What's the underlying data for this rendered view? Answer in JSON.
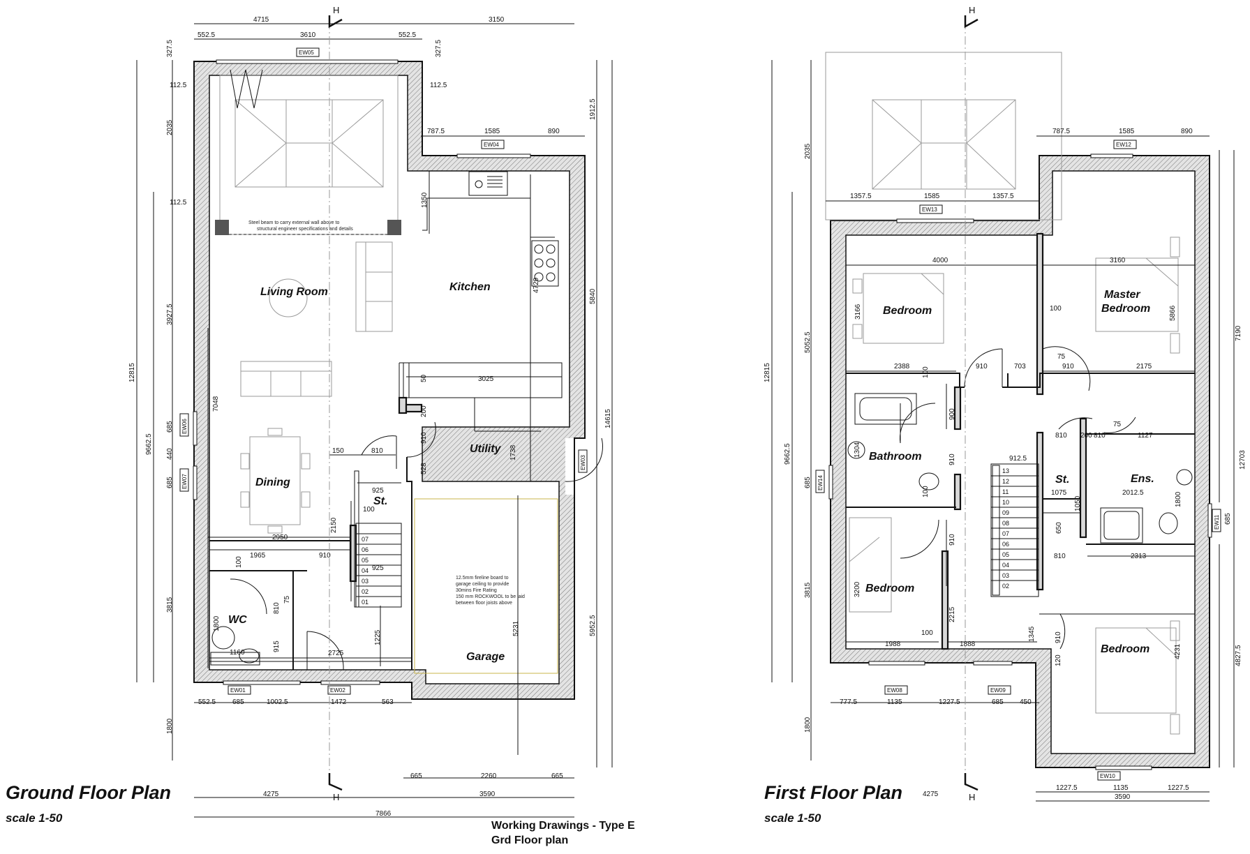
{
  "ground": {
    "title": "Ground Floor Plan",
    "scale": "scale 1-50",
    "rooms": {
      "living": "Living Room",
      "kitchen": "Kitchen",
      "dining": "Dining",
      "utility": "Utility",
      "store": "St.",
      "wc": "WC",
      "garage": "Garage"
    },
    "notes": {
      "beam_1": "Steel beam to carry external wall above to",
      "beam_2": "structural engineer specifications and details",
      "garage_1": "12.5mm fireline board to",
      "garage_2": "garage ceiling to provide",
      "garage_3": "30mins Fire Rating",
      "garage_4": "150 mm ROCKWOOL to be laid",
      "garage_5": "between floor joists above"
    },
    "tags": {
      "ew05": "EW05",
      "ew04": "EW04",
      "ew06": "EW06",
      "ew07": "EW07",
      "ew03": "EW03",
      "ew01": "EW01",
      "ew02": "EW02"
    },
    "stairs": [
      "07",
      "06",
      "05",
      "04",
      "03",
      "02",
      "01"
    ],
    "dims": {
      "top_4715": "4715",
      "top_3150": "3150",
      "top_552a": "552.5",
      "top_3610": "3610",
      "top_552b": "552.5",
      "left_327": "327.5",
      "right_327": "327.5",
      "left_112a": "112.5",
      "right_112": "112.5",
      "left_112b": "112.5",
      "ext_787": "787.5",
      "ext_1585": "1585",
      "ext_890": "890",
      "left_2035": "2035",
      "left_3927": "3927.5",
      "left_685a": "685",
      "left_440": "440",
      "left_685b": "685",
      "left_3815": "3815",
      "left_1800": "1800",
      "left_12815": "12815",
      "left_9662": "9662.5",
      "int_7048": "7048",
      "right_1912": "1912.5",
      "right_5840": "5840",
      "right_14615": "14615",
      "right_5952": "5952.5",
      "k_1350": "1350",
      "k_4729": "4729",
      "k_1738": "1738",
      "k_3025": "3025",
      "k_50": "50",
      "k_200": "200",
      "k_910a": "910",
      "k_528": "528",
      "d_150": "150",
      "d_810": "810",
      "d_925a": "925",
      "d_100a": "100",
      "d_2150": "2150",
      "d_2950": "2950",
      "d_1965": "1965",
      "d_910": "910",
      "d_100b": "100",
      "d_925b": "925",
      "d_810b": "810",
      "d_75": "75",
      "d_1800": "1800",
      "d_915": "915",
      "d_1160": "1160",
      "d_2725": "2725",
      "d_1225": "1225",
      "g_5231": "5231",
      "bot_552": "552.5",
      "bot_685": "685",
      "bot_1002": "1002.5",
      "bot_1472": "1472",
      "bot_563": "563",
      "bot_665a": "665",
      "bot_2260": "2260",
      "bot_665b": "665",
      "bot_4275": "4275",
      "bot_3590": "3590",
      "bot_7866": "7866"
    }
  },
  "first": {
    "title": "First Floor Plan",
    "scale": "scale 1-50",
    "rooms": {
      "bed1": "Bedroom",
      "master_1": "Master",
      "master_2": "Bedroom",
      "bathroom": "Bathroom",
      "store": "St.",
      "ensuite": "Ens.",
      "bed2": "Bedroom",
      "bed3": "Bedroom"
    },
    "tags": {
      "ew13": "EW13",
      "ew12": "EW12",
      "ew14": "EW14",
      "ew11": "EW11",
      "ew08": "EW08",
      "ew09": "EW09",
      "ew10": "EW10"
    },
    "stairs": [
      "13",
      "12",
      "11",
      "10",
      "09",
      "08",
      "07",
      "06",
      "05",
      "04",
      "03",
      "02"
    ],
    "dims": {
      "ext_787": "787.5",
      "ext_1585": "1585",
      "ext_890": "890",
      "roof_1357a": "1357.5",
      "roof_1585": "1585",
      "roof_1357b": "1357.5",
      "left_2035": "2035",
      "left_5052": "5052.5",
      "left_685": "685",
      "left_3815": "3815",
      "left_1800": "1800",
      "left_12815": "12815",
      "left_9662": "9662.5",
      "right_7190": "7190",
      "right_12703": "12703",
      "right_685": "685",
      "right_4827": "4827.5",
      "r_4000": "4000",
      "r_3160": "3160",
      "r_3166": "3166",
      "r_5866": "5866",
      "r_100a": "100",
      "r_2388": "2388",
      "r_100b": "100",
      "r_910a": "910",
      "r_703": "703",
      "r_75a": "75",
      "r_910b": "910",
      "r_2175": "2175",
      "r_900": "900",
      "r_1304": "1304",
      "r_910c": "910",
      "r_912": "912.5",
      "r_810a": "810",
      "r_200": "200",
      "r_810b": "810",
      "r_75b": "75",
      "r_1127": "1127",
      "r_1050": "1050",
      "r_1075": "1075",
      "r_2012": "2012.5",
      "r_1800": "1800",
      "r_100c": "100",
      "r_910d": "910",
      "r_650": "650",
      "r_810c": "810",
      "r_2313": "2313",
      "r_3200": "3200",
      "r_2215": "2215",
      "r_100d": "100",
      "r_1345": "1345",
      "r_1988": "1988",
      "r_1888": "1888",
      "r_910e": "910",
      "r_120": "120",
      "r_4231": "4231",
      "bot_777": "777.5",
      "bot_1135": "1135",
      "bot_1227": "1227.5",
      "bot_685": "685",
      "bot_450": "450",
      "bot_1227b": "1227.5",
      "bot_1135b": "1135",
      "bot_1227c": "1227.5",
      "bot_3590": "3590",
      "bot_4275": "4275"
    }
  },
  "section_marker": "H",
  "sheet": {
    "line1": "Working Drawings - Type E",
    "line2": "Grd Floor plan"
  }
}
